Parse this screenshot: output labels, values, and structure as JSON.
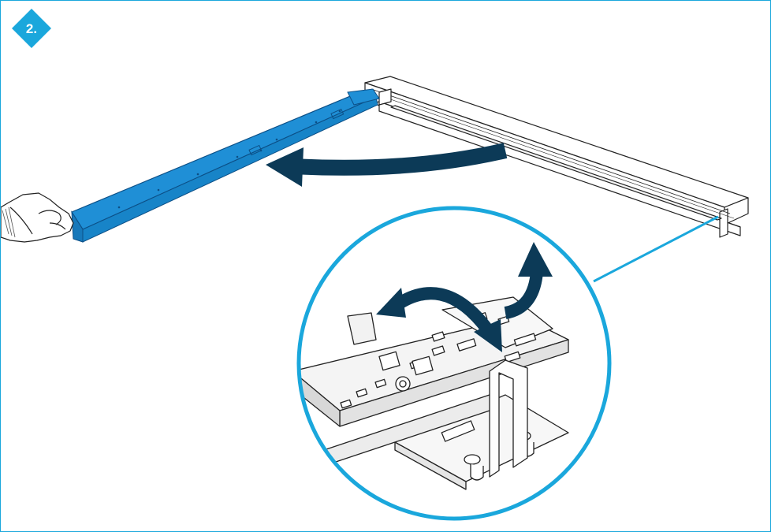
{
  "step": {
    "label": "2."
  },
  "colors": {
    "frame_border": "#1aa7dc",
    "badge": "#1aa7dc",
    "rail": "#1f8fd6",
    "rail_stroke": "#0c4f86",
    "arrow": "#0c3a57",
    "zoom_circle": "#1aa7dc",
    "line_art": "#222222"
  },
  "illustration": {
    "main_view": "rail-bracket-swing-open",
    "detail_view": "bracket-latch-release"
  }
}
